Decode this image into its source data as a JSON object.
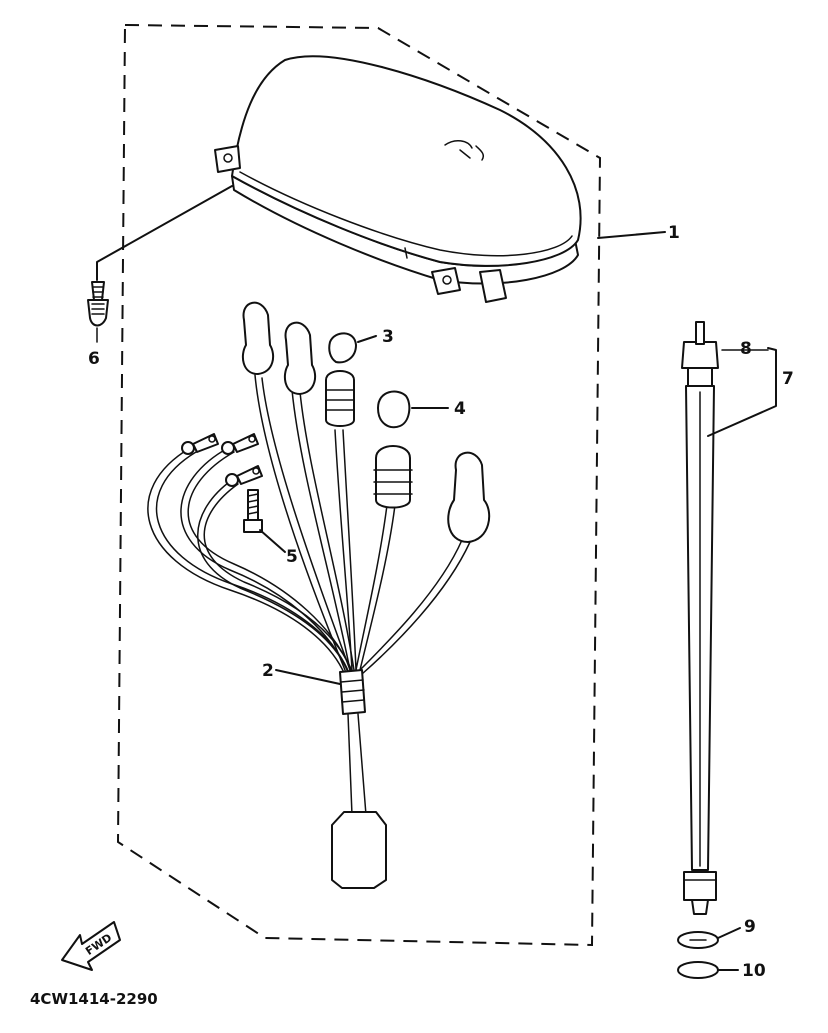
{
  "diagram": {
    "drawing_code": "4CW1414-2290",
    "direction_label": "FWD",
    "callouts": [
      {
        "id": "p1",
        "label": "1"
      },
      {
        "id": "p2",
        "label": "2"
      },
      {
        "id": "p3",
        "label": "3"
      },
      {
        "id": "p4",
        "label": "4"
      },
      {
        "id": "p5",
        "label": "5"
      },
      {
        "id": "p6",
        "label": "6"
      },
      {
        "id": "p7",
        "label": "7"
      },
      {
        "id": "p8",
        "label": "8"
      },
      {
        "id": "p9",
        "label": "9"
      },
      {
        "id": "p10",
        "label": "10"
      }
    ],
    "parts": [
      {
        "callout": "1",
        "icon": "meter-housing-icon"
      },
      {
        "callout": "2",
        "icon": "wire-harness-icon"
      },
      {
        "callout": "3",
        "icon": "bulb-icon"
      },
      {
        "callout": "4",
        "icon": "bulb-icon"
      },
      {
        "callout": "5",
        "icon": "screw-icon"
      },
      {
        "callout": "6",
        "icon": "screw-icon"
      },
      {
        "callout": "7",
        "icon": "meter-cable-icon"
      },
      {
        "callout": "8",
        "icon": "cable-inner-icon"
      },
      {
        "callout": "9",
        "icon": "washer-icon"
      },
      {
        "callout": "10",
        "icon": "o-ring-icon"
      }
    ]
  }
}
